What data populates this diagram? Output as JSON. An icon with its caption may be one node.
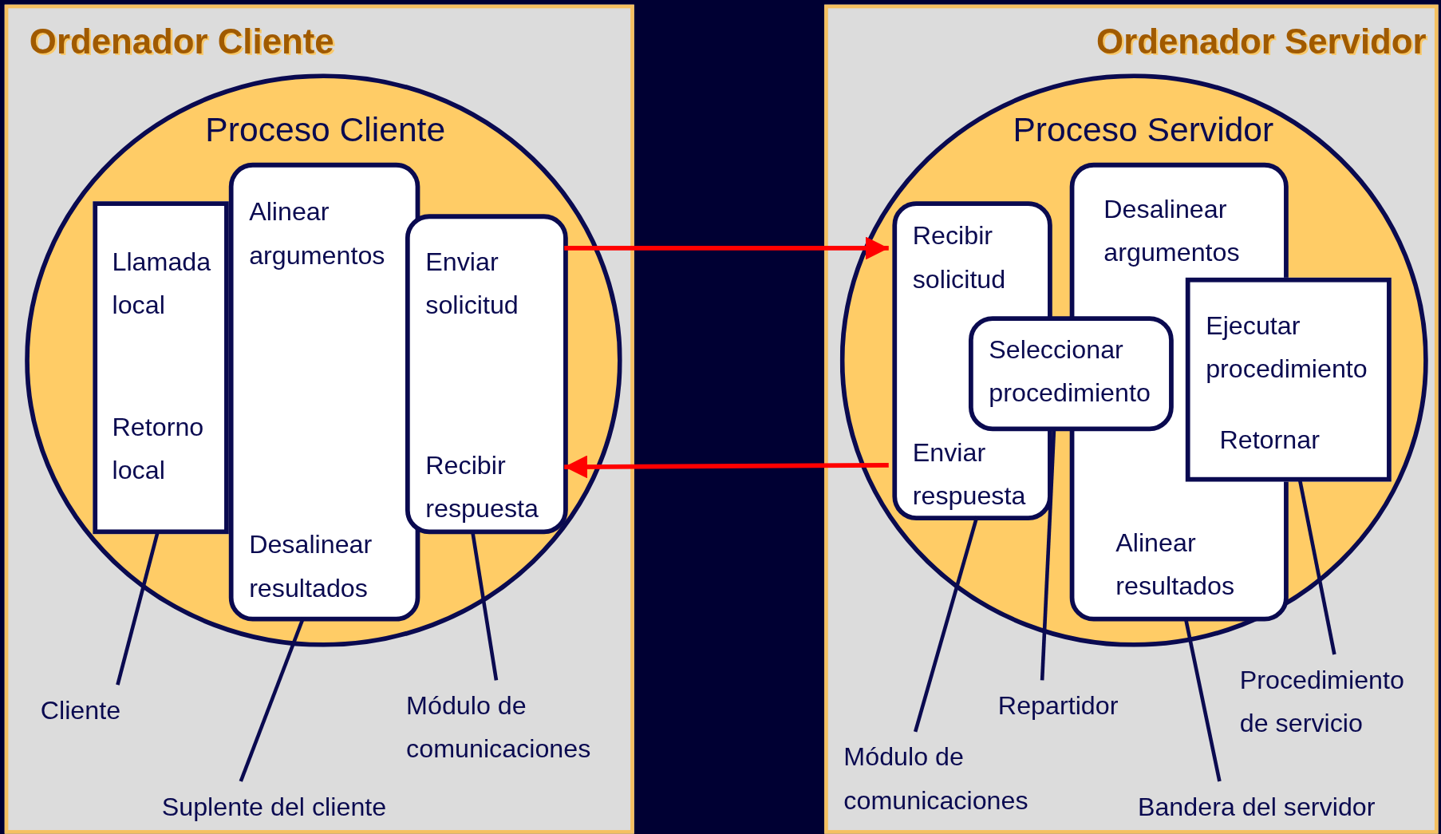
{
  "diagram": {
    "nodes": [
      {
        "text": [
          "Ordenador Cliente"
        ]
      },
      {
        "text": [
          "Proceso Cliente"
        ],
        "in": 0
      },
      {
        "text": [
          "Llamada local",
          "Retorno local"
        ],
        "in": 1
      },
      {
        "text": [
          "Alinear argumentos",
          "Desalinear resultados"
        ],
        "in": 1
      },
      {
        "text": [
          "Enviar solicitud",
          "Recibir respuesta"
        ],
        "in": 1
      },
      {
        "text": [
          "Ordenador Servidor"
        ]
      },
      {
        "text": [
          "Proceso Servidor"
        ],
        "in": 5
      },
      {
        "text": [
          "Recibir solicitud",
          "Enviar respuesta"
        ],
        "in": 6
      },
      {
        "text": [
          "Desalinear argumentos",
          "Alinear resultados"
        ],
        "in": 6
      },
      {
        "text": [
          "Seleccionar procedimiento"
        ],
        "in": 6
      },
      {
        "text": [
          "Ejecutar procedimiento",
          "Retornar"
        ],
        "in": 6
      },
      {
        "text": [
          "Cliente"
        ],
        "in": 0
      },
      {
        "text": [
          "Suplente del cliente"
        ],
        "in": 0
      },
      {
        "text": [
          "Módulo de comunicaciones"
        ],
        "in": 0
      },
      {
        "text": [
          "Módulo de comunicaciones"
        ],
        "in": 5
      },
      {
        "text": [
          "Repartidor"
        ],
        "in": 5
      },
      {
        "text": [
          "Bandera del servidor"
        ],
        "in": 5
      },
      {
        "text": [
          "Procedimiento de servicio"
        ],
        "in": 5
      }
    ],
    "edges": [
      {
        "from": 4,
        "to": 7,
        "arrow": "to",
        "color": "#ff0000"
      },
      {
        "from": 7,
        "to": 4,
        "arrow": "to",
        "color": "#ff0000"
      },
      {
        "from": 11,
        "to": 2,
        "arrow": "none"
      },
      {
        "from": 12,
        "to": 3,
        "arrow": "none"
      },
      {
        "from": 13,
        "to": 4,
        "arrow": "none"
      },
      {
        "from": 14,
        "to": 7,
        "arrow": "none"
      },
      {
        "from": 15,
        "to": 9,
        "arrow": "none"
      },
      {
        "from": 16,
        "to": 8,
        "arrow": "none"
      },
      {
        "from": 17,
        "to": 10,
        "arrow": "none"
      }
    ]
  }
}
